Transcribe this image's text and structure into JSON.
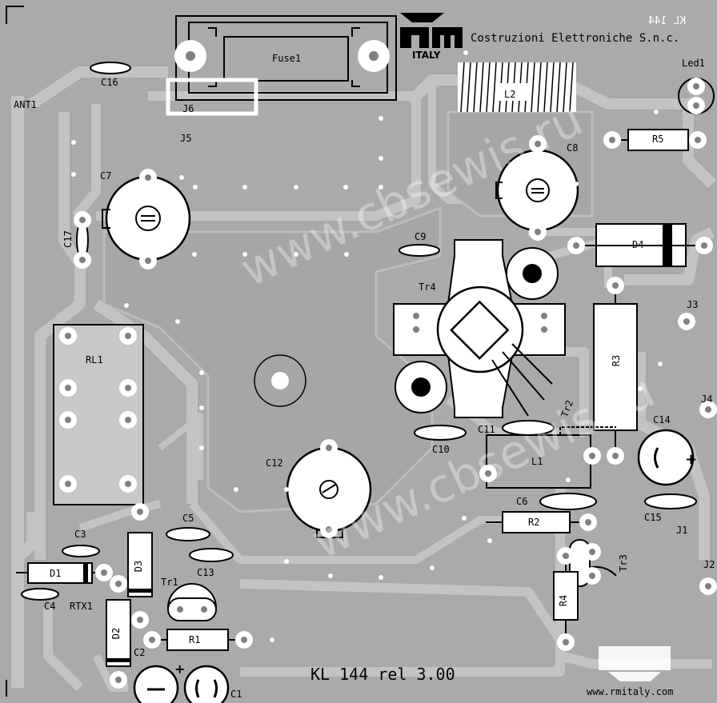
{
  "brand": {
    "name": "Costruzioni Elettroniche S.n.c.",
    "country": "ITALY",
    "website": "www.rmitaly.com",
    "board_code_mirrored": "KL 144"
  },
  "board": {
    "version_label": "KL 144 rel 3.00"
  },
  "watermark": "www.cbsewis.ru",
  "components": {
    "fuse1": "Fuse1",
    "j6": "J6",
    "j5": "J5",
    "c16": "C16",
    "ant1": "ANT1",
    "c7": "C7",
    "c17": "C17",
    "l2": "L2",
    "c8": "C8",
    "led1": "Led1",
    "r5": "R5",
    "c9": "C9",
    "d4": "D4",
    "tr4": "Tr4",
    "j3": "J3",
    "rl1": "RL1",
    "r3": "R3",
    "tr2": "Tr2",
    "c11": "C11",
    "c10": "C10",
    "c14": "C14",
    "j4": "J4",
    "l1": "L1",
    "c12": "C12",
    "c6": "C6",
    "c15": "C15",
    "r2": "R2",
    "j1": "J1",
    "c5": "C5",
    "c3": "C3",
    "d1": "D1",
    "d3": "D3",
    "c13": "C13",
    "tr1": "Tr1",
    "tr3": "Tr3",
    "j2": "J2",
    "c4": "C4",
    "rtx1": "RTX1",
    "r4": "R4",
    "d2": "D2",
    "r1": "R1",
    "c2": "C2",
    "c1": "C1"
  }
}
